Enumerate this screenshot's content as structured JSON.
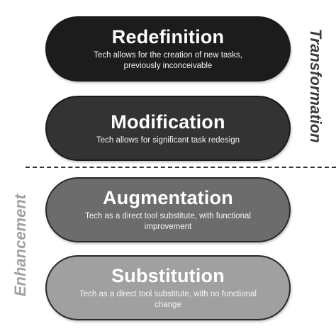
{
  "levels": [
    {
      "title": "Redefinition",
      "description": "Tech allows for the creation of new tasks, previously inconceivable"
    },
    {
      "title": "Modification",
      "description": "Tech allows for significant task redesign"
    },
    {
      "title": "Augmentation",
      "description": "Tech as a direct tool substitute, with functional improvement"
    },
    {
      "title": "Substitution",
      "description": "Tech as a direct tool substitute, with no functional change"
    }
  ],
  "groups": {
    "upper": "Transformation",
    "lower": "Enhancement"
  },
  "colors": {
    "redefinition": "#1c1c1c",
    "modification": "#333333",
    "augmentation": "#6c6c6c",
    "substitution": "#a0a0a0"
  }
}
